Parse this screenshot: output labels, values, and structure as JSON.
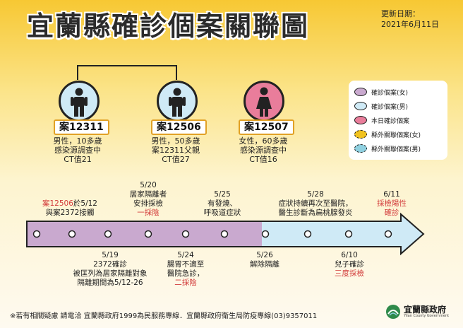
{
  "title": "宜蘭縣確診個案關聯圖",
  "update_label": "更新日期：",
  "update_date": "2021年6月11日",
  "cases": [
    {
      "id": "案12311",
      "lines": [
        "男性，10多歲",
        "感染源調查中",
        "CT值21"
      ]
    },
    {
      "id": "案12506",
      "lines": [
        "男性，50多歲",
        "案12311父親",
        "CT值27"
      ]
    },
    {
      "id": "案12507",
      "lines": [
        "女性，60多歲",
        "感染源調查中",
        "CT值16"
      ]
    }
  ],
  "legend": [
    {
      "label": "確診個案(女)",
      "color": "#c9a9cf"
    },
    {
      "label": "確診個案(男)",
      "color": "#cfeaf6"
    },
    {
      "label": "本日確診個案",
      "color": "#e97d9b"
    },
    {
      "label": "縣外關聯個案(女)",
      "color": "#f1c21e"
    },
    {
      "label": "縣外關聯個案(男)",
      "color": "#8fd0e0"
    }
  ],
  "timeline": {
    "e1_red": "案12506",
    "e1_a": "於5/12",
    "e1_b": "與案2372接觸",
    "e2_date": "5/20",
    "e2_a": "居家隔離者",
    "e2_b": "安排採檢",
    "e2_red": "一採陰",
    "e3_date": "5/25",
    "e3_a": "有發燒、",
    "e3_b": "呼吸道症狀",
    "e4_date": "5/28",
    "e4_a": "症狀持續再次至醫院，",
    "e4_b": "醫生診斷為扁桃腺發炎",
    "e5_date": "6/11",
    "e5_red1": "採檢陽性",
    "e5_red2": "確診",
    "b1_date": "5/19",
    "b1_a": "2372確診",
    "b1_b": "被匡列為居家隔離對象",
    "b1_c": "隔離期間為5/12-26",
    "b2_date": "5/24",
    "b2_a": "腸胃不適至",
    "b2_b": "醫院急診，",
    "b2_red": "二採陰",
    "b3_date": "5/26",
    "b3_a": "解除隔離",
    "b4_date": "6/10",
    "b4_a": "兒子確診",
    "b4_red": "三度採檢"
  },
  "footer": "※若有相關疑慮 請電洽 宜蘭縣政府1999為民服務專線．宜蘭縣政府衛生局防疫專線(03)9357011",
  "logo_name": "宜蘭縣政府",
  "logo_sub": "Yilan County Government",
  "colors": {
    "purple": "#c9a9cf",
    "blue": "#cfeaf6",
    "pink": "#e97d9b",
    "tagborder": "#e1a126"
  }
}
